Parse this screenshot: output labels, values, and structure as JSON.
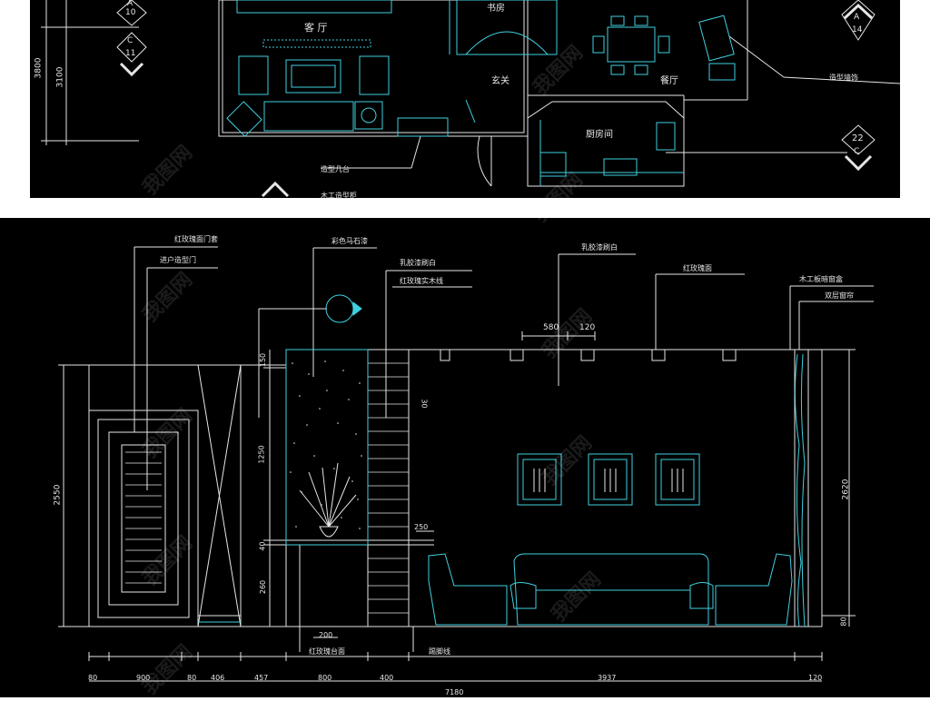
{
  "plan": {
    "rooms": {
      "living": "客 厅",
      "foyer": "玄关",
      "dining": "餐厅",
      "kitchen": "厨房间",
      "study": "书房"
    },
    "dims": {
      "d1": "3800",
      "d2": "3100"
    },
    "callouts": {
      "c_living_a": "A",
      "c_living_num": "10",
      "c_living_b": "C",
      "c_living_num2": "11",
      "c_dining_a": "A",
      "c_dining_num": "14",
      "c_kitchen_num": "22",
      "c_kitchen_b": "C"
    },
    "labels": {
      "feature_wall": "造型墙饰",
      "tv_cabinet": "造型几台",
      "cabinet": "木工造型柜"
    }
  },
  "elevation": {
    "annotations": {
      "a1": "红玫瑰面门套",
      "a2": "进户造型门",
      "a3": "彩色马石漆",
      "a4": "乳胶漆刷白",
      "a5": "红玫瑰实木线",
      "a6": "乳胶漆刷白",
      "a7": "红玫瑰面",
      "a8": "木工板暗窗盒",
      "a9": "双层窗帘",
      "b1": "红玫瑰台面",
      "b2": "踢脚线"
    },
    "dims_top": {
      "t1": "580",
      "t2": "120"
    },
    "dims_left": {
      "h_total": "2550",
      "v1": "150",
      "v2": "1250",
      "v3": "40",
      "v4": "260"
    },
    "dims_right": {
      "r1": "2620",
      "r2": "80"
    },
    "dims_misc": {
      "m1": "30",
      "m2": "250",
      "m3": "200"
    },
    "dims_bottom": [
      "80",
      "900",
      "80",
      "406",
      "457",
      "800",
      "400",
      "3937",
      "120"
    ],
    "total": "7180"
  },
  "watermark": "我图网",
  "colors": {
    "line_cyan": "#3fd0e0",
    "line_white": "#e6e6e6",
    "bg": "#000000"
  }
}
